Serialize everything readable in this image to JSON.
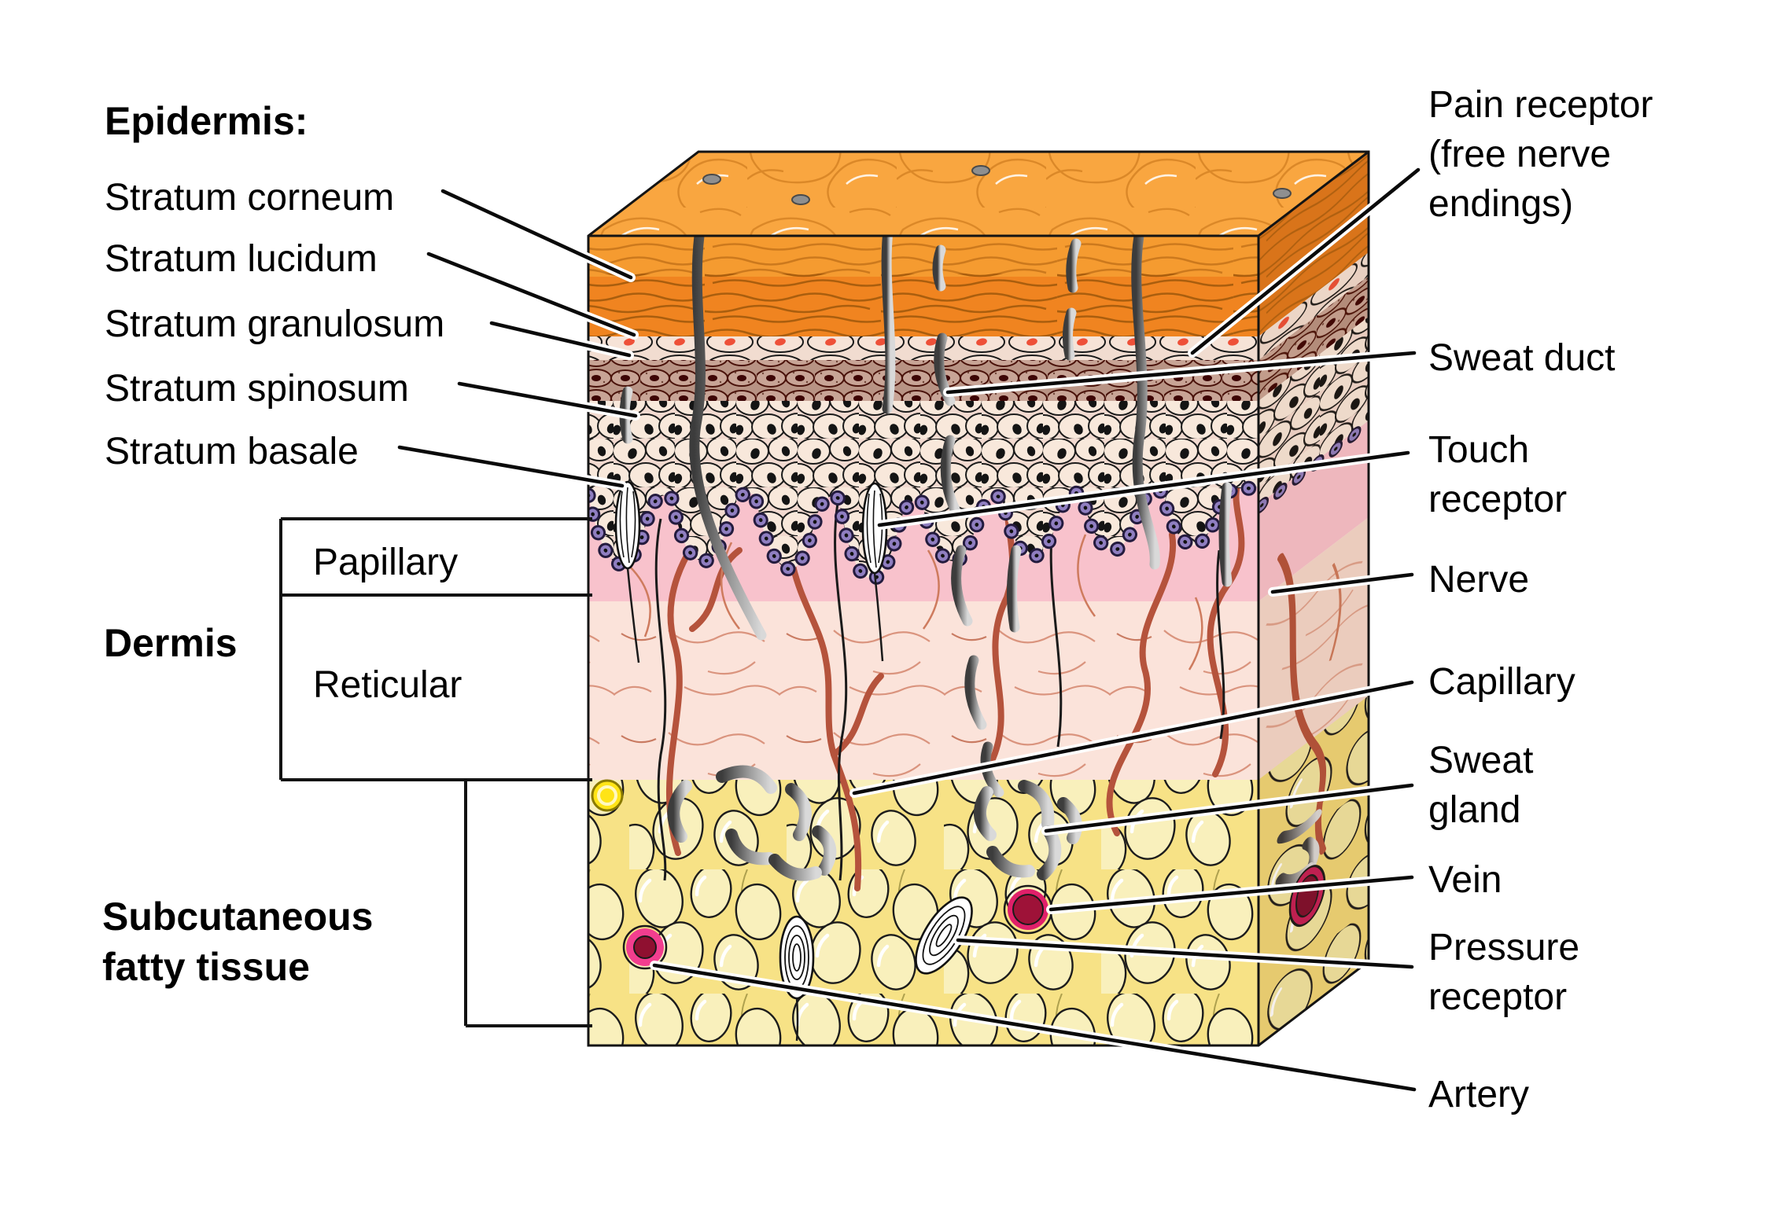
{
  "figure": {
    "kind": "anatomical diagram",
    "subject": "Cross-section of human skin"
  },
  "left_panel": {
    "epidermis_header": "Epidermis:",
    "epidermis_layers": [
      "Stratum corneum",
      "Stratum lucidum",
      "Stratum granulosum",
      "Stratum spinosum",
      "Stratum basale"
    ],
    "dermis_header": "Dermis",
    "dermis_sublayers": [
      "Papillary",
      "Reticular"
    ],
    "subcutaneous_header_line1": "Subcutaneous",
    "subcutaneous_header_line2": "fatty tissue"
  },
  "right_panel": {
    "labels": [
      {
        "id": "pain-receptor",
        "lines": [
          "Pain receptor",
          "(free nerve",
          "endings)"
        ]
      },
      {
        "id": "sweat-duct",
        "lines": [
          "Sweat duct"
        ]
      },
      {
        "id": "touch-receptor",
        "lines": [
          "Touch",
          "receptor"
        ]
      },
      {
        "id": "nerve",
        "lines": [
          "Nerve"
        ]
      },
      {
        "id": "capillary",
        "lines": [
          "Capillary"
        ]
      },
      {
        "id": "sweat-gland",
        "lines": [
          "Sweat",
          "gland"
        ]
      },
      {
        "id": "vein",
        "lines": [
          "Vein"
        ]
      },
      {
        "id": "pressure-receptor",
        "lines": [
          "Pressure",
          "receptor"
        ]
      },
      {
        "id": "artery",
        "lines": [
          "Artery"
        ]
      }
    ]
  },
  "colors": {
    "background": "#ffffff",
    "ink": "#141414",
    "top_face": "#F9A640",
    "corneum_upper": "#F59B30",
    "corneum_lower": "#F08420",
    "corneum_side": "#E1791C",
    "lucidum": "#F1DCD0",
    "granulosum": "#BE9A8B",
    "spinosum": "#F4DFD6",
    "basale_bead": "#8F7EC0",
    "papillary": "#F8C2CC",
    "reticular": "#FBE3DA",
    "fat": "#F7E286",
    "fat_side": "#EFD678",
    "capillary_vessel": "#B5533C",
    "vein_ring": "#E0206A",
    "vein_core": "#9E1238",
    "artery_ring": "#F23E8F",
    "artery_core": "#8F1030",
    "yellow_ring": "#FFE417"
  }
}
